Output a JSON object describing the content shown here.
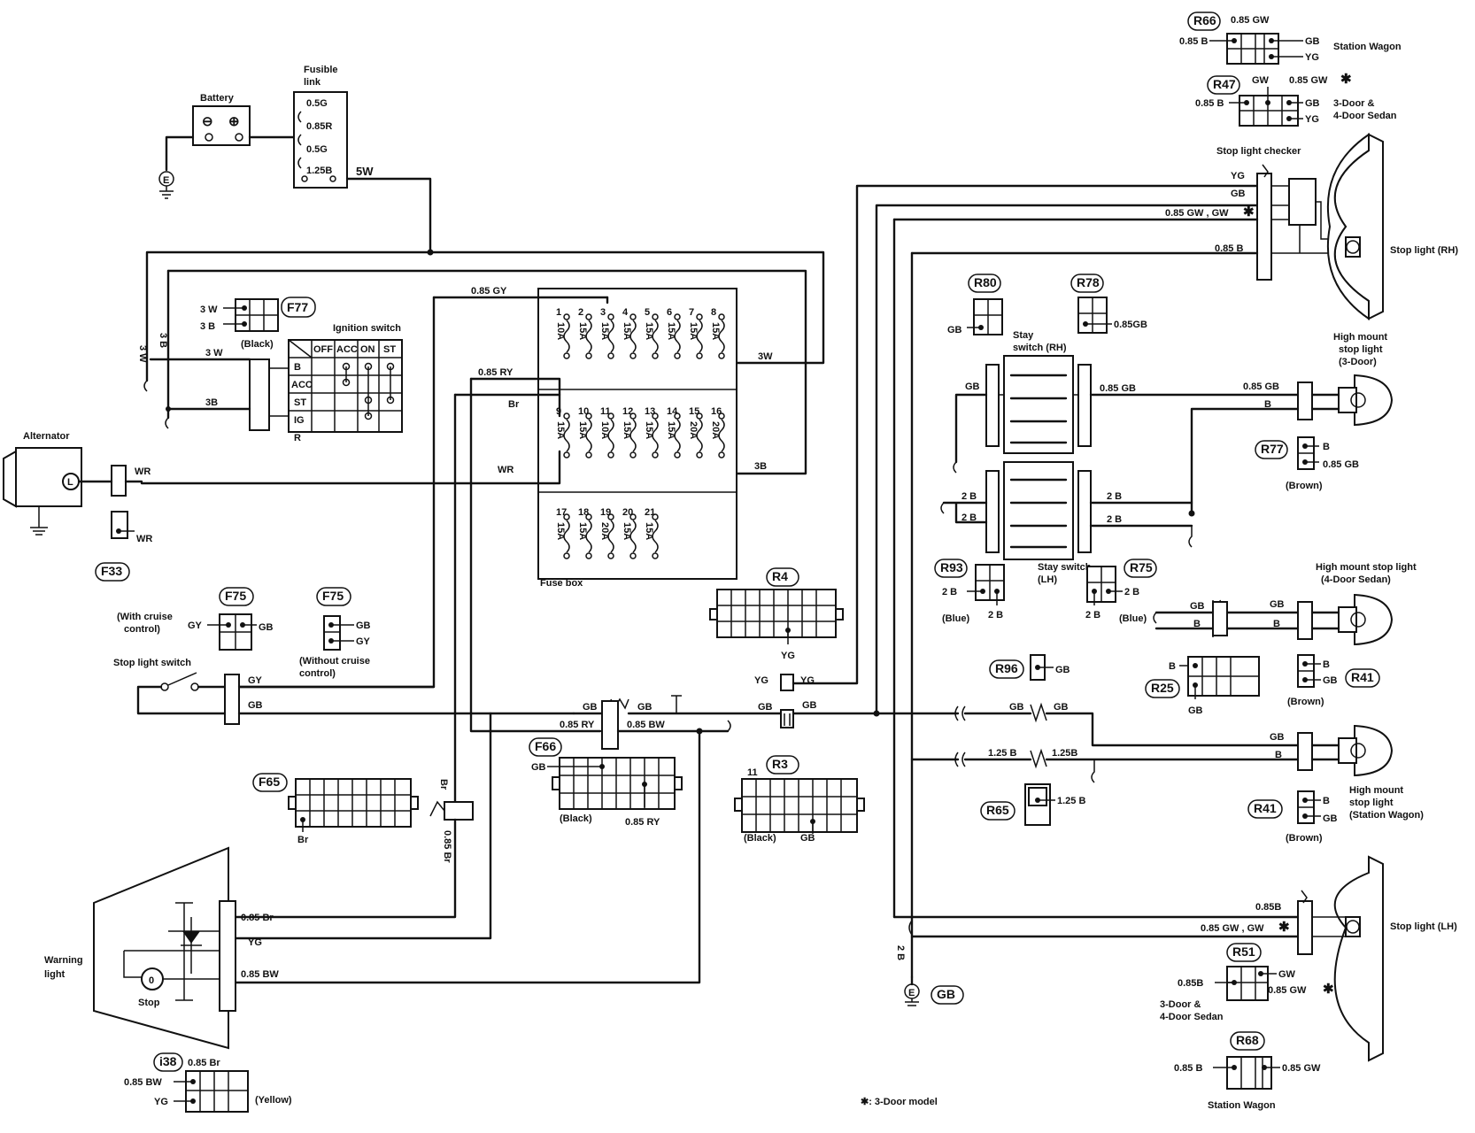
{
  "battery": {
    "label": "Battery",
    "minus": "⊖",
    "plus": "⊕"
  },
  "fusible_link": {
    "label_1": "Fusible",
    "label_2": "link",
    "wires": [
      "0.5G",
      "0.85R",
      "0.5G",
      "1.25B"
    ],
    "out": "5W"
  },
  "ground_symbol": "E",
  "ignition_switch": {
    "title": "Ignition switch",
    "headers": [
      "OFF",
      "ACC",
      "ON",
      "ST"
    ],
    "rows": [
      "B",
      "ACC",
      "ST",
      "IG",
      "R"
    ]
  },
  "f77": {
    "code": "F77",
    "pins": [
      "3 W",
      "3 B"
    ],
    "color": "(Black)"
  },
  "side_wires": {
    "w3w": "3 W",
    "w3b": "3 B",
    "h3w": "3 W",
    "h3b": "3B"
  },
  "fuse_box": {
    "label": "Fuse box",
    "row1": [
      [
        "1",
        "10A"
      ],
      [
        "2",
        "15A"
      ],
      [
        "3",
        "15A"
      ],
      [
        "4",
        "15A"
      ],
      [
        "5",
        "15A"
      ],
      [
        "6",
        "15A"
      ],
      [
        "7",
        "15A"
      ],
      [
        "8",
        "15A"
      ]
    ],
    "row2": [
      [
        "9",
        "15A"
      ],
      [
        "10",
        "15A"
      ],
      [
        "11",
        "10A"
      ],
      [
        "12",
        "15A"
      ],
      [
        "13",
        "15A"
      ],
      [
        "14",
        "15A"
      ],
      [
        "15",
        "20A"
      ],
      [
        "16",
        "20A"
      ]
    ],
    "row3": [
      [
        "17",
        "15A"
      ],
      [
        "18",
        "15A"
      ],
      [
        "19",
        "20A"
      ],
      [
        "20",
        "15A"
      ],
      [
        "21",
        "15A"
      ]
    ],
    "w_gy": "0.85 GY",
    "w_ry": "0.85 RY",
    "w_br": "Br",
    "w_wr": "WR",
    "w_3w": "3W",
    "w_3b": "3B"
  },
  "alternator": {
    "label": "Alternator",
    "terminal": "L",
    "wire": "WR"
  },
  "f33": {
    "code": "F33",
    "wire": "WR"
  },
  "f75a": {
    "code": "F75",
    "note_1": "(With cruise",
    "note_2": "control)",
    "left": "GY",
    "right": "GB"
  },
  "f75b": {
    "code": "F75",
    "right1": "GB",
    "right2": "GY",
    "note_1": "(Without cruise",
    "note_2": "control)"
  },
  "stop_light_switch": {
    "label": "Stop light switch",
    "gy": "GY",
    "gb": "GB"
  },
  "r4": {
    "code": "R4",
    "wire": "YG",
    "yg_left": "YG",
    "yg_right": "YG"
  },
  "mid_wires": {
    "gb1": "GB",
    "gb2": "GB",
    "ry": "0.85 RY",
    "bw": "0.85 BW",
    "gb3": "GB",
    "gb4": "GB"
  },
  "f66": {
    "code": "F66",
    "gb": "GB",
    "color": "(Black)",
    "ry": "0.85 RY"
  },
  "f65": {
    "code": "F65",
    "wire": "Br"
  },
  "r3": {
    "code": "R3",
    "pin": "11",
    "color": "(Black)",
    "gb": "GB"
  },
  "br_wire": {
    "top": "Br",
    "bottom": "0.85 Br"
  },
  "warning_light": {
    "label_1": "Warning",
    "label_2": "light",
    "stop": "Stop",
    "w_br": "0.85 Br",
    "w_yg": "YG",
    "w_bw": "0.85 BW"
  },
  "i38": {
    "code": "i38",
    "top": "0.85 Br",
    "bw": "0.85 BW",
    "yg": "YG",
    "color": "(Yellow)"
  },
  "r66": {
    "code": "R66",
    "top": "0.85 GW",
    "left": "0.85 B",
    "gb": "GB",
    "yg": "YG",
    "label": "Station Wagon"
  },
  "r47": {
    "code": "R47",
    "gw": "GW",
    "gw2": "0.85 GW",
    "star": "✱",
    "left": "0.85 B",
    "gb": "GB",
    "yg": "YG",
    "label_1": "3-Door &",
    "label_2": "4-Door Sedan"
  },
  "stop_light_checker": {
    "label": "Stop light checker",
    "yg": "YG",
    "gb": "GB",
    "gw": "0.85 GW , GW",
    "star": "✱",
    "b": "0.85 B"
  },
  "stop_light_rh": {
    "label": "Stop light (RH)"
  },
  "r80": {
    "code": "R80",
    "wire": "GB"
  },
  "r78": {
    "code": "R78",
    "wire": "0.85GB"
  },
  "stay_switch_rh": {
    "label_1": "Stay",
    "label_2": "switch (RH)",
    "gb_left": "GB",
    "gb_right": "0.85 GB"
  },
  "high_mount_3door": {
    "label_1": "High mount",
    "label_2": "stop light",
    "label_3": "(3-Door)",
    "gb": "0.85 GB",
    "b": "B"
  },
  "r77": {
    "code": "R77",
    "b": "B",
    "gb": "0.85 GB",
    "color": "(Brown)"
  },
  "stay_switch_lh": {
    "b_left1": "2 B",
    "b_left2": "2 B",
    "b_right1": "2 B",
    "b_right2": "2 B",
    "label_1": "Stay switch",
    "label_2": "(LH)"
  },
  "r93": {
    "code": "R93",
    "left": "2 B",
    "bottom": "2 B",
    "color": "(Blue)"
  },
  "r75": {
    "code": "R75",
    "right": "2 B",
    "bottom": "2 B",
    "color": "(Blue)"
  },
  "high_mount_4door": {
    "label_1": "High mount stop light",
    "label_2": "(4-Door Sedan)",
    "gb1": "GB",
    "b1": "B",
    "gb2": "GB",
    "b2": "B"
  },
  "r96": {
    "code": "R96",
    "wire": "GB"
  },
  "r25": {
    "code": "R25",
    "b": "B",
    "gb": "GB"
  },
  "r41a": {
    "code": "R41",
    "b": "B",
    "gb": "GB",
    "color": "(Brown)"
  },
  "wagon_wires": {
    "gb1": "GB",
    "gb2": "GB",
    "b125a": "1.25 B",
    "b125b": "1.25B",
    "gb3": "GB",
    "b3": "B"
  },
  "r65": {
    "code": "R65",
    "wire": "1.25 B"
  },
  "high_mount_wagon": {
    "label_1": "High mount",
    "label_2": "stop light",
    "label_3": "(Station Wagon)"
  },
  "r41b": {
    "code": "R41",
    "b": "B",
    "gb": "GB",
    "color": "(Brown)"
  },
  "stop_light_lh": {
    "label": "Stop light (LH)",
    "b": "0.85B",
    "gw": "0.85 GW , GW",
    "star": "✱"
  },
  "r51": {
    "code": "R51",
    "b": "0.85B",
    "gw": "GW",
    "gw2": "0.85 GW",
    "star": "✱",
    "label_1": "3-Door &",
    "label_2": "4-Door Sedan"
  },
  "r68": {
    "code": "R68",
    "left": "0.85 B",
    "right": "0.85 GW",
    "label": "Station Wagon"
  },
  "ground": {
    "wire": "2 B",
    "label": "GB"
  },
  "footnote": "✱: 3-Door model"
}
